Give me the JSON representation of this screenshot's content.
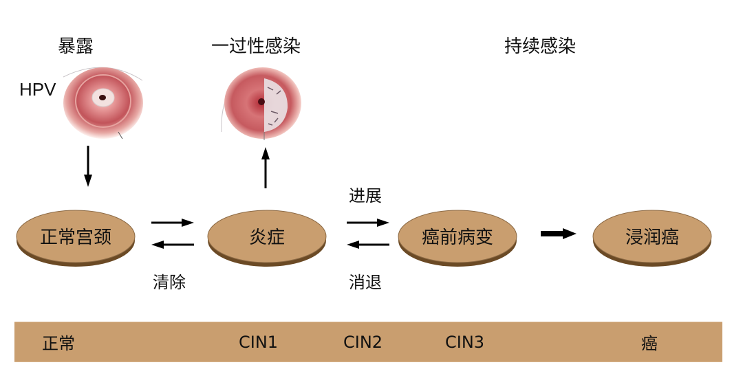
{
  "headings": {
    "exposure": "暴露",
    "transient_infection": "一过性感染",
    "persistent_infection": "持续感染"
  },
  "hpv_label": "HPV",
  "images": [
    {
      "name": "cervix-exposure-illustration",
      "description": "Cervix illustration with HPV exposure"
    },
    {
      "name": "cervix-transient-infection-illustration",
      "description": "Cervix illustration with transient infection lesion"
    }
  ],
  "stages": [
    {
      "id": "normal-cervix",
      "label": "正常宫颈"
    },
    {
      "id": "inflammation",
      "label": "炎症"
    },
    {
      "id": "precancerous-lesion",
      "label": "癌前病变"
    },
    {
      "id": "invasive-cancer",
      "label": "浸润癌"
    }
  ],
  "transitions": {
    "clearance_label": "清除",
    "progression_label": "进展",
    "regression_label": "消退"
  },
  "scale_bar": {
    "labels": [
      "正常",
      "CIN1",
      "CIN2",
      "CIN3",
      "癌"
    ]
  },
  "colors": {
    "ellipse_fill": "#c99e6f",
    "ellipse_edge": "#6b4a25",
    "bar_fill": "#c99e6f",
    "arrow": "#000000"
  }
}
